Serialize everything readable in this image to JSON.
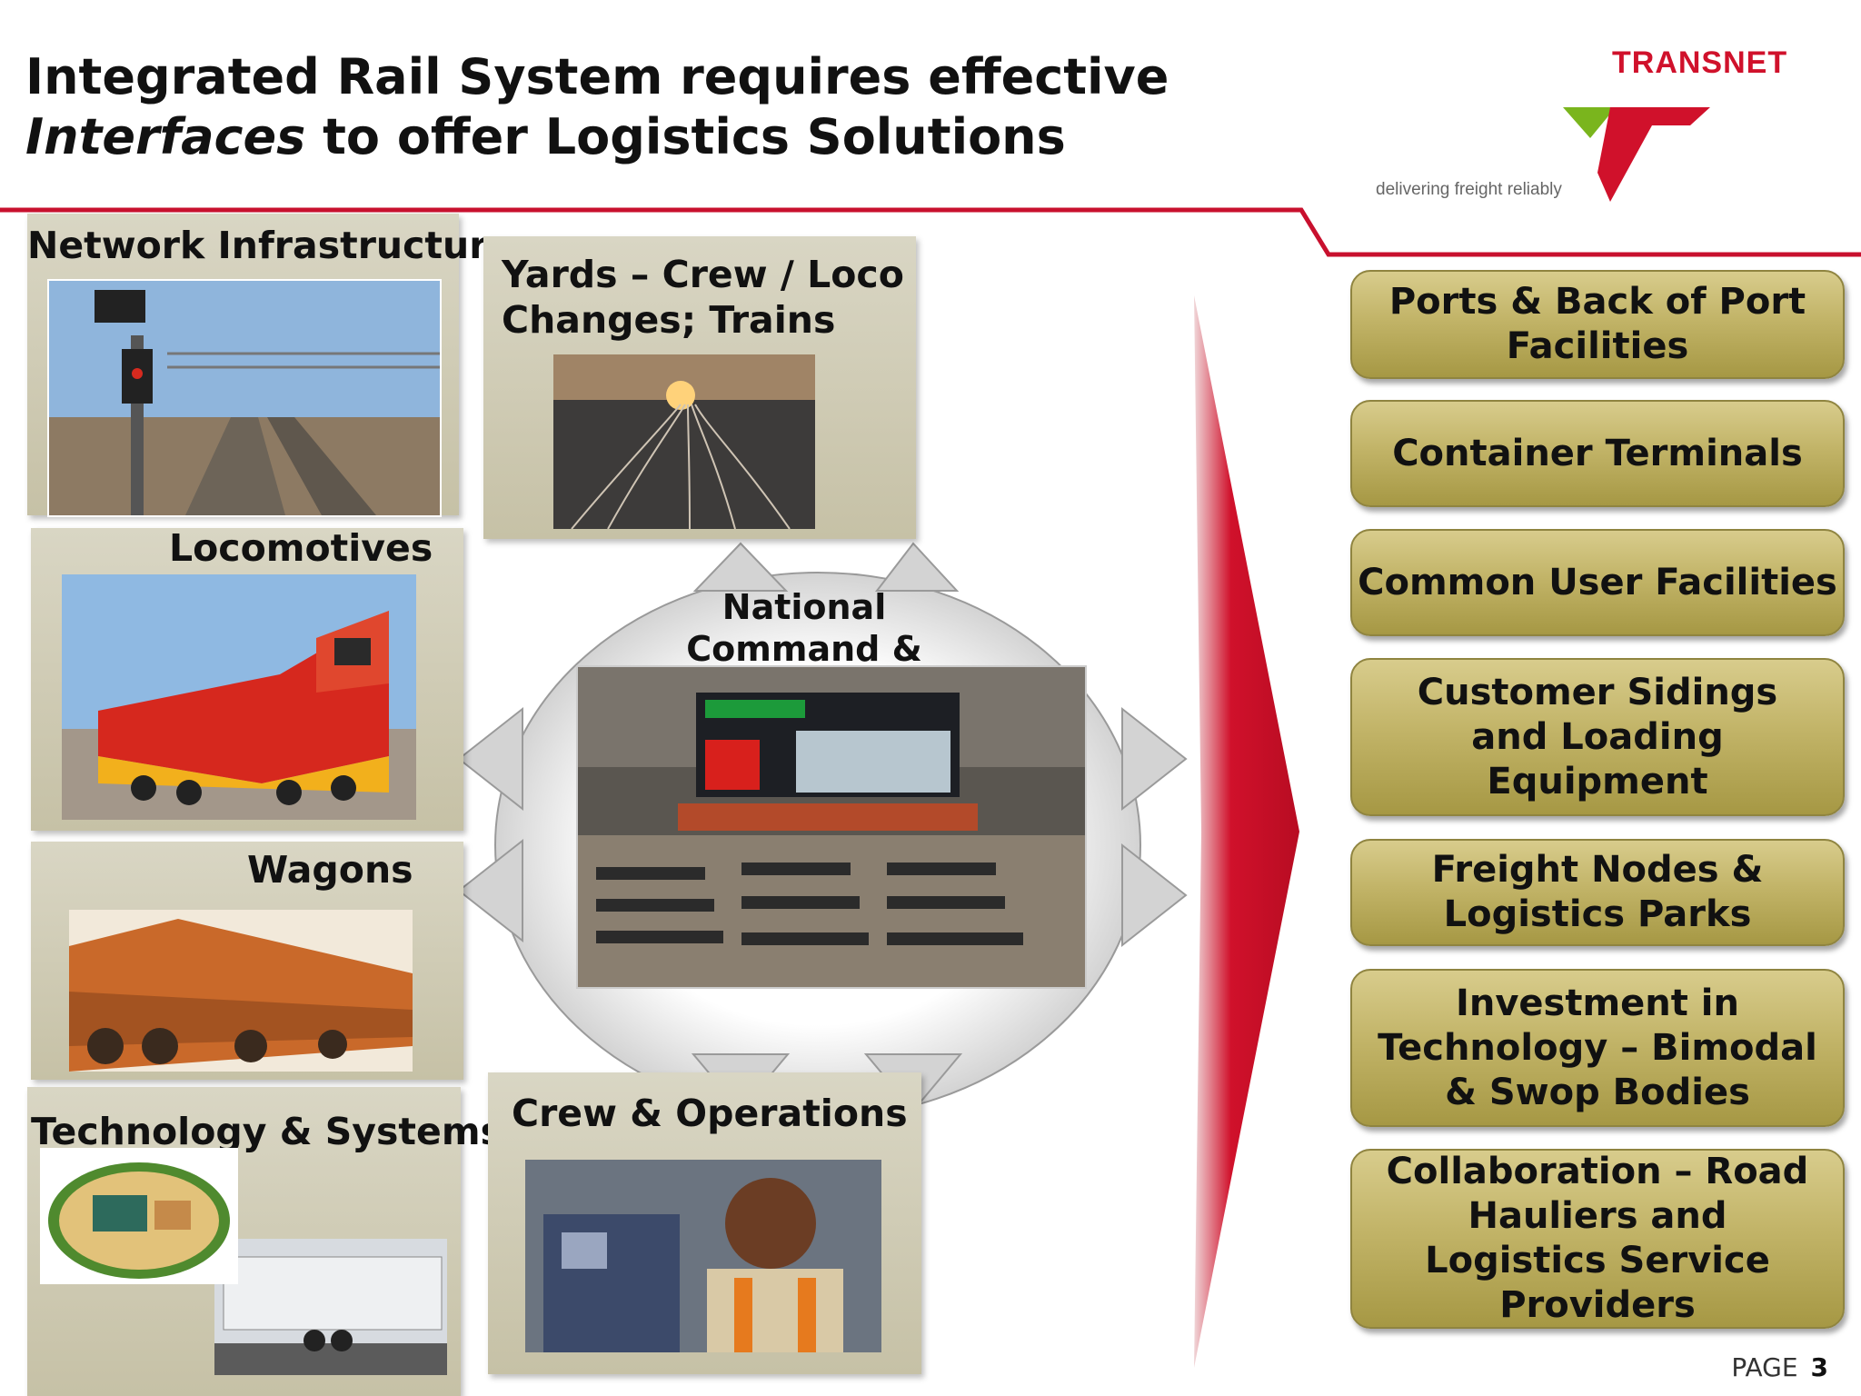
{
  "title": {
    "line1": "Integrated Rail System requires effective",
    "line2_italic": "Interfaces",
    "line2_rest": " to offer Logistics Solutions"
  },
  "logo": {
    "brand": "TRANSNET",
    "tagline": "delivering freight reliably",
    "colors": {
      "red": "#d0112b",
      "green": "#7ab51d"
    }
  },
  "panels": {
    "network": "Network Infrastructure",
    "yards": "Yards – Crew / Loco Changes; Trains",
    "locomotives": "Locomotives",
    "wagons": "Wagons",
    "technology": "Technology & Systems",
    "crew": "Crew & Operations"
  },
  "center": {
    "label": "National Command & Control"
  },
  "solutions": [
    "Ports & Back of Port Facilities",
    "Container Terminals",
    "Common User Facilities",
    "Customer Sidings and Loading Equipment",
    "Freight Nodes & Logistics Parks",
    "Investment in Technology – Bimodal & Swop Bodies",
    "Collaboration – Road Hauliers and Logistics Service Providers"
  ],
  "footer": {
    "page_label": "PAGE",
    "page_number": "3"
  },
  "accent_colors": {
    "red_line": "#c8102e",
    "button_gold": "#c2b468"
  }
}
